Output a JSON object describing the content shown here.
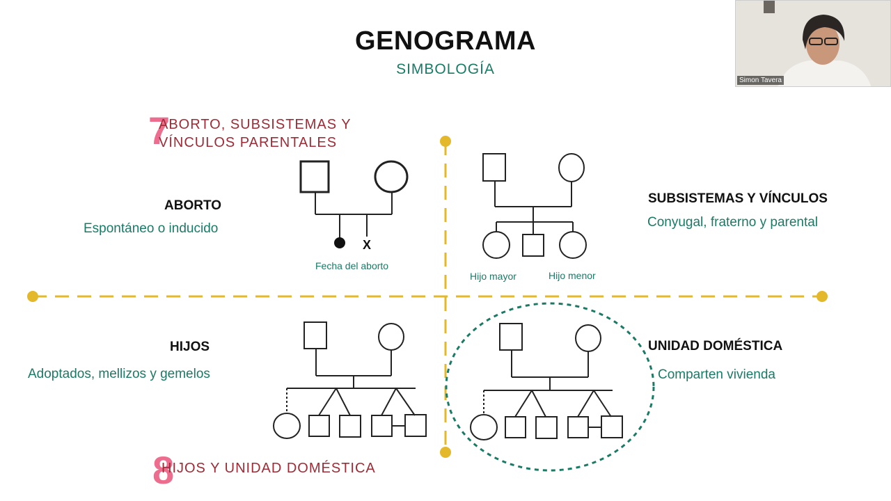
{
  "header": {
    "title": "GENOGRAMA",
    "subtitle": "SIMBOLOGÍA"
  },
  "section7": {
    "number": "7",
    "line1": "ABORTO, SUBSISTEMAS Y",
    "line2": "VÍNCULOS PARENTALES"
  },
  "section8": {
    "number": "8",
    "text": "HIJOS Y UNIDAD DOMÉSTICA"
  },
  "aborto": {
    "label": "ABORTO",
    "desc": "Espontáneo o inducido",
    "caption": "Fecha del aborto",
    "mark": "X"
  },
  "subsistemas": {
    "label": "SUBSISTEMAS Y VÍNCULOS",
    "desc": "Conyugal, fraterno y parental",
    "caption_left": "Hijo mayor",
    "caption_right": "Hijo menor"
  },
  "hijos": {
    "label": "HIJOS",
    "desc": "Adoptados, mellizos y gemelos"
  },
  "unidad": {
    "label": "UNIDAD DOMÉSTICA",
    "desc": "Comparten vivienda"
  },
  "webcam": {
    "participant": "Simon Tavera"
  },
  "colors": {
    "divider": "#e3b82a",
    "teal": "#1a7a66",
    "maroon": "#9e2b35",
    "pink": "#ec6d8e"
  }
}
